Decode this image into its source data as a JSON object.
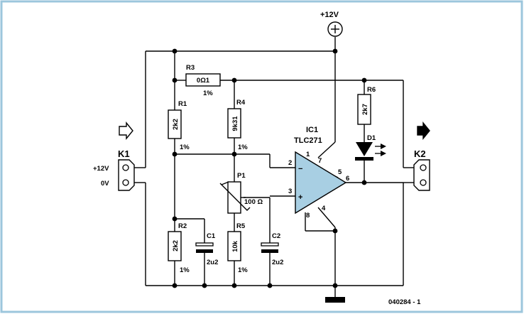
{
  "colors": {
    "frame": "#9cc6dc",
    "opamp_fill": "#a8cfe3",
    "ink": "#000000",
    "background": "#ffffff"
  },
  "supply": {
    "label": "+12V"
  },
  "connectors": {
    "k1": {
      "name": "K1",
      "pin_top": "+12V",
      "pin_bottom": "0V",
      "arrow": "input-arrow-icon"
    },
    "k2": {
      "name": "K2",
      "arrow": "output-arrow-icon"
    }
  },
  "components": {
    "r1": {
      "name": "R1",
      "value": "2k2",
      "tolerance": "1%"
    },
    "r2": {
      "name": "R2",
      "value": "2k2",
      "tolerance": "1%"
    },
    "r3": {
      "name": "R3",
      "value": "0Ω1",
      "tolerance": "1%"
    },
    "r4": {
      "name": "R4",
      "value": "9k31",
      "tolerance": "1%"
    },
    "r5": {
      "name": "R5",
      "value": "10k",
      "tolerance": "1%"
    },
    "r6": {
      "name": "R6",
      "value": "2k7"
    },
    "p1": {
      "name": "P1",
      "value": "100 Ω"
    },
    "c1": {
      "name": "C1",
      "value": "2u2"
    },
    "c2": {
      "name": "C2",
      "value": "2u2"
    },
    "d1": {
      "name": "D1"
    },
    "ic1": {
      "name": "IC1",
      "part": "TLC271",
      "pins": [
        "1",
        "2",
        "3",
        "4",
        "5",
        "6",
        "7",
        "8"
      ],
      "minus": "−",
      "plus": "+"
    }
  },
  "figure_number": "040284 - 1"
}
